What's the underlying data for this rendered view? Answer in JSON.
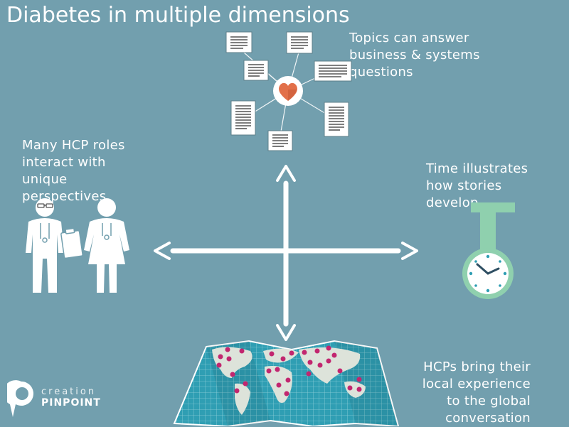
{
  "title": "Diabetes in multiple dimensions",
  "captions": {
    "topics": [
      "Topics can answer",
      "business & systems",
      "questions"
    ],
    "hcp_roles": [
      "Many HCP roles",
      "interact with",
      "unique",
      "perspectives"
    ],
    "time": [
      "Time illustrates",
      "how stories",
      "develop"
    ],
    "local": [
      "HCPs bring their",
      "local experience",
      "to the global",
      "conversation"
    ]
  },
  "logo": {
    "line1": "creation",
    "line2": "PINPOINT"
  },
  "colors": {
    "background": "#729fae",
    "heart": "#e2704a",
    "clock": "#8fd0ae",
    "map": "#dde3da",
    "map_water": "#2f9eb3",
    "pin": "#c2266f"
  },
  "icons": [
    "heart-icon",
    "document-icon",
    "doctor-icon",
    "nurse-icon",
    "clipboard-icon",
    "stopwatch-icon",
    "world-map-icon",
    "map-pin-icon"
  ]
}
